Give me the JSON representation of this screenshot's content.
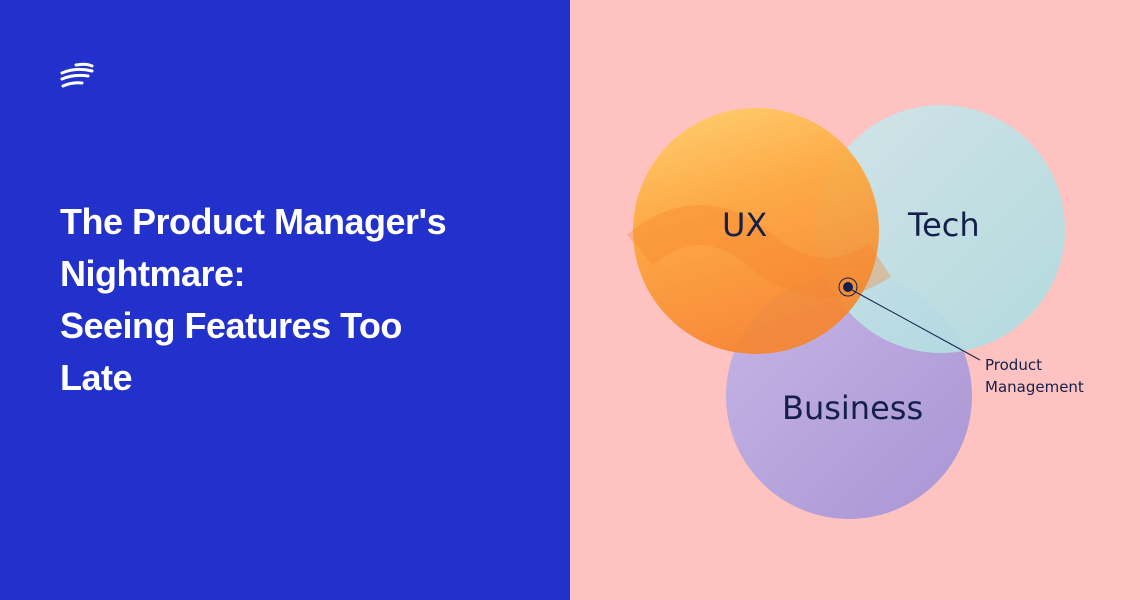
{
  "brand": {
    "logo_icon": "wave-lines-icon"
  },
  "headline": {
    "lines": [
      "The Product Manager's",
      "Nightmare:",
      "Seeing Features Too",
      "Late"
    ]
  },
  "diagram": {
    "circles": [
      {
        "label": "UX",
        "color": "#fb9a2a"
      },
      {
        "label": "Tech",
        "color": "#b3dde3"
      },
      {
        "label": "Business",
        "color": "#b7a3dc"
      }
    ],
    "intersection_callout": {
      "line1": "Product",
      "line2": "Management"
    }
  },
  "colors": {
    "left_bg": "#2230cc",
    "right_bg": "#fec3c0",
    "text_dark": "#14204a"
  }
}
